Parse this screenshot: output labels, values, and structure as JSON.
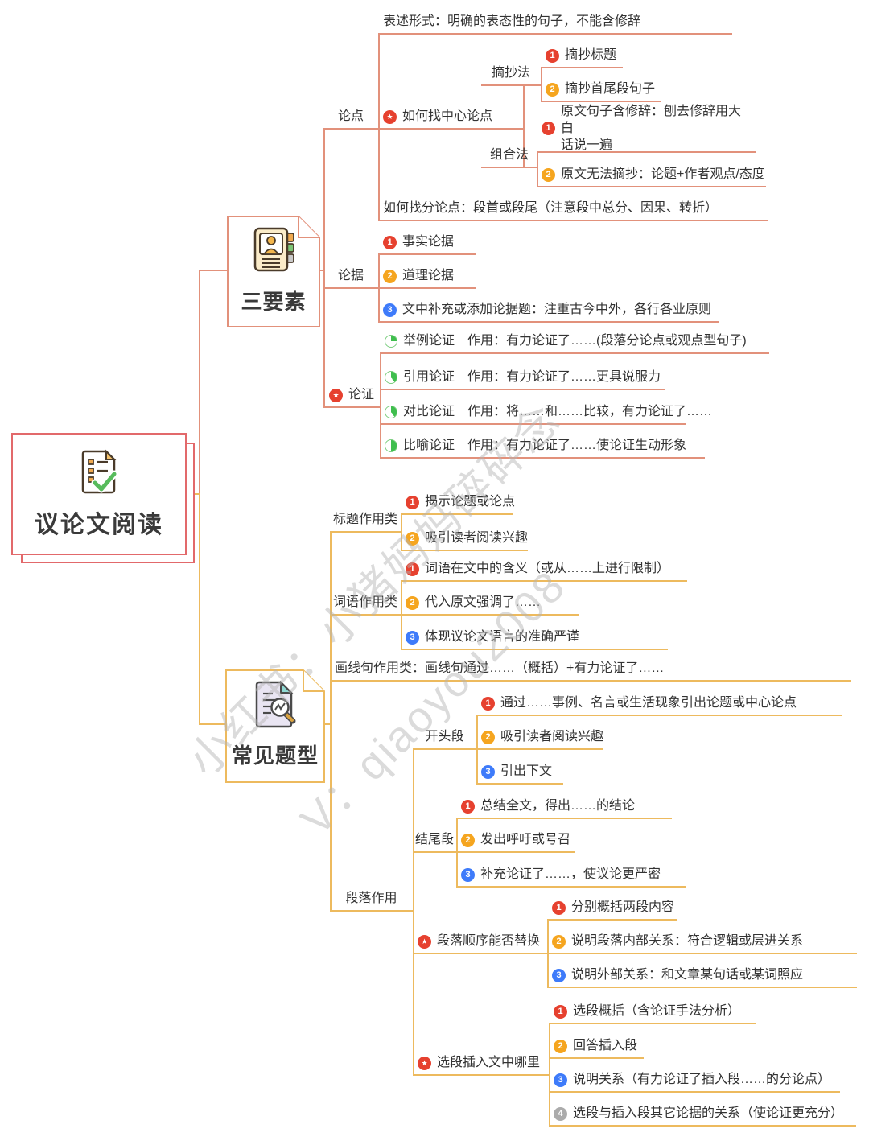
{
  "root": {
    "title": "议论文阅读"
  },
  "branches": {
    "sanyaosu": {
      "title": "三要素"
    },
    "changjianti": {
      "title": "常见题型"
    }
  },
  "watermark": {
    "line1": "小红书：小猪妈妈碎碎念",
    "line2": "V：qiaoyou2008"
  },
  "palette": {
    "line_salmon": "#E2917B",
    "line_orange": "#EDBA5E",
    "root_border": "#E2696B",
    "badge_red": "#E6412F",
    "badge_amber": "#F5A51F",
    "badge_blue": "#3E7BFA",
    "badge_gray": "#ABABAB",
    "pie_green": "#3FBE4E"
  },
  "icons": {
    "root": "document-checklist-check-icon",
    "sanyaosu": "contact-book-icon",
    "changjianti": "document-magnifier-icon",
    "star": "star-badge",
    "pies": [
      "progress-quarter",
      "progress-three-eighths",
      "progress-three-eighths",
      "progress-half"
    ]
  },
  "n": {
    "lundian": {
      "t": "论点"
    },
    "biaoshu": {
      "t": "表述形式：明确的表态性的句子，不能含修辞"
    },
    "zhaozhongxin": {
      "s": "★",
      "t": "如何找中心论点"
    },
    "zhaochaofa": {
      "t": "摘抄法"
    },
    "zc1": {
      "b": "1",
      "t": "摘抄标题"
    },
    "zc2": {
      "b": "2",
      "t": "摘抄首尾段句子"
    },
    "zuhefa": {
      "t": "组合法"
    },
    "zh1": {
      "b": "1",
      "t": "原文句子含修辞：刨去修辞用大白\n话说一遍"
    },
    "zh2": {
      "b": "2",
      "t": "原文无法摘抄：论题+作者观点/态度"
    },
    "zhaofen": {
      "t": "如何找分论点：段首或段尾（注意段中总分、因果、转折）"
    },
    "lunju": {
      "t": "论据"
    },
    "lj1": {
      "b": "1",
      "t": "事实论据"
    },
    "lj2": {
      "b": "2",
      "t": "道理论据"
    },
    "lj3": {
      "b": "3",
      "t": "文中补充或添加论据题：注重古今中外，各行各业原则"
    },
    "lunzheng": {
      "s": "★",
      "t": "论证"
    },
    "lz1": {
      "t": "举例论证　作用：有力论证了……(段落分论点或观点型句子)"
    },
    "lz2": {
      "t": "引用论证　作用：有力论证了……更具说服力"
    },
    "lz3": {
      "t": "对比论证　作用：将……和……比较，有力论证了……"
    },
    "lz4": {
      "t": "比喻论证　作用：有力论证了……使论证生动形象"
    },
    "biaoti": {
      "t": "标题作用类"
    },
    "bt1": {
      "b": "1",
      "t": "揭示论题或论点"
    },
    "bt2": {
      "b": "2",
      "t": "吸引读者阅读兴趣"
    },
    "ciyu": {
      "t": "词语作用类"
    },
    "cy1": {
      "b": "1",
      "t": "词语在文中的含义（或从……上进行限制）"
    },
    "cy2": {
      "b": "2",
      "t": "代入原文强调了……"
    },
    "cy3": {
      "b": "3",
      "t": "体现议论文语言的准确严谨"
    },
    "huaxian": {
      "t": "画线句作用类：画线句通过……（概括）+有力论证了……"
    },
    "duanluo": {
      "t": "段落作用"
    },
    "kaitou": {
      "t": "开头段"
    },
    "kt1": {
      "b": "1",
      "t": "通过……事例、名言或生活现象引出论题或中心论点"
    },
    "kt2": {
      "b": "2",
      "t": "吸引读者阅读兴趣"
    },
    "kt3": {
      "b": "3",
      "t": "引出下文"
    },
    "jiewei": {
      "t": "结尾段"
    },
    "jw1": {
      "b": "1",
      "t": "总结全文，得出……的结论"
    },
    "jw2": {
      "b": "2",
      "t": "发出呼吁或号召"
    },
    "jw3": {
      "b": "3",
      "t": "补充论证了……，使议论更严密"
    },
    "shunxu": {
      "s": "★",
      "t": "段落顺序能否替换"
    },
    "sx1": {
      "b": "1",
      "t": "分别概括两段内容"
    },
    "sx2": {
      "b": "2",
      "t": "说明段落内部关系：符合逻辑或层进关系"
    },
    "sx3": {
      "b": "3",
      "t": "说明外部关系：和文章某句话或某词照应"
    },
    "charu": {
      "s": "★",
      "t": "选段插入文中哪里"
    },
    "cr1": {
      "b": "1",
      "t": "选段概括（含论证手法分析）"
    },
    "cr2": {
      "b": "2",
      "t": "回答插入段"
    },
    "cr3": {
      "b": "3",
      "t": "说明关系（有力论证了插入段……的分论点）"
    },
    "cr4": {
      "b": "4",
      "t": "选段与插入段其它论据的关系（使论证更充分）"
    }
  }
}
